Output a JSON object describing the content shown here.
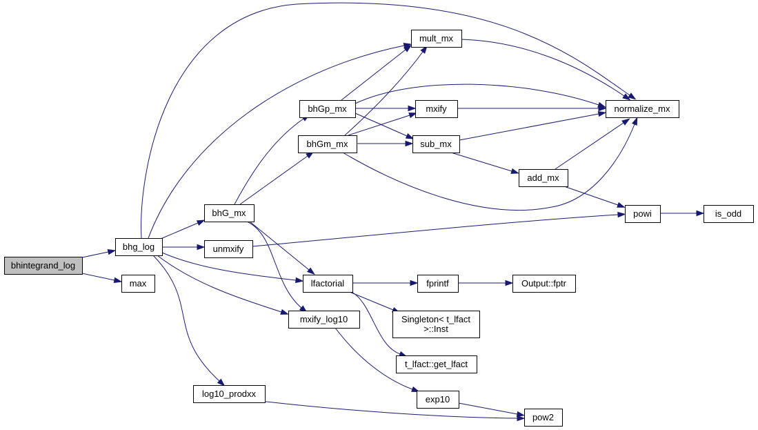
{
  "nodes": [
    {
      "id": "bhintegrand_log",
      "label": "bhintegrand_log"
    },
    {
      "id": "bhg_log",
      "label": "bhg_log"
    },
    {
      "id": "max",
      "label": "max"
    },
    {
      "id": "bhG_mx",
      "label": "bhG_mx"
    },
    {
      "id": "unmxify",
      "label": "unmxify"
    },
    {
      "id": "log10_prodxx",
      "label": "log10_prodxx"
    },
    {
      "id": "bhGp_mx",
      "label": "bhGp_mx"
    },
    {
      "id": "bhGm_mx",
      "label": "bhGm_mx"
    },
    {
      "id": "lfactorial",
      "label": "lfactorial"
    },
    {
      "id": "mxify_log10",
      "label": "mxify_log10"
    },
    {
      "id": "mult_mx",
      "label": "mult_mx"
    },
    {
      "id": "mxify",
      "label": "mxify"
    },
    {
      "id": "sub_mx",
      "label": "sub_mx"
    },
    {
      "id": "fprintf",
      "label": "fprintf"
    },
    {
      "id": "singleton_inst",
      "label": "Singleton< t_lfact\n>::Inst"
    },
    {
      "id": "get_lfact",
      "label": "t_lfact::get_lfact"
    },
    {
      "id": "exp10",
      "label": "exp10"
    },
    {
      "id": "add_mx",
      "label": "add_mx"
    },
    {
      "id": "normalize_mx",
      "label": "normalize_mx"
    },
    {
      "id": "powi",
      "label": "powi"
    },
    {
      "id": "output_fptr",
      "label": "Output::fptr"
    },
    {
      "id": "pow2",
      "label": "pow2"
    },
    {
      "id": "is_odd",
      "label": "is_odd"
    }
  ],
  "edges": [
    {
      "from": "bhintegrand_log",
      "to": "bhg_log"
    },
    {
      "from": "bhintegrand_log",
      "to": "max"
    },
    {
      "from": "bhg_log",
      "to": "bhG_mx"
    },
    {
      "from": "bhg_log",
      "to": "unmxify"
    },
    {
      "from": "bhg_log",
      "to": "lfactorial"
    },
    {
      "from": "bhg_log",
      "to": "mxify_log10"
    },
    {
      "from": "bhg_log",
      "to": "log10_prodxx"
    },
    {
      "from": "bhg_log",
      "to": "mult_mx"
    },
    {
      "from": "bhg_log",
      "to": "normalize_mx"
    },
    {
      "from": "bhG_mx",
      "to": "bhGp_mx"
    },
    {
      "from": "bhG_mx",
      "to": "bhGm_mx"
    },
    {
      "from": "bhG_mx",
      "to": "lfactorial"
    },
    {
      "from": "bhG_mx",
      "to": "mxify_log10"
    },
    {
      "from": "bhGp_mx",
      "to": "mult_mx"
    },
    {
      "from": "bhGp_mx",
      "to": "mxify"
    },
    {
      "from": "bhGp_mx",
      "to": "sub_mx"
    },
    {
      "from": "bhGp_mx",
      "to": "normalize_mx"
    },
    {
      "from": "bhGm_mx",
      "to": "mult_mx"
    },
    {
      "from": "bhGm_mx",
      "to": "mxify"
    },
    {
      "from": "bhGm_mx",
      "to": "sub_mx"
    },
    {
      "from": "bhGm_mx",
      "to": "normalize_mx"
    },
    {
      "from": "mult_mx",
      "to": "normalize_mx"
    },
    {
      "from": "mxify",
      "to": "normalize_mx"
    },
    {
      "from": "sub_mx",
      "to": "normalize_mx"
    },
    {
      "from": "sub_mx",
      "to": "add_mx"
    },
    {
      "from": "add_mx",
      "to": "normalize_mx"
    },
    {
      "from": "add_mx",
      "to": "powi"
    },
    {
      "from": "unmxify",
      "to": "powi"
    },
    {
      "from": "powi",
      "to": "is_odd"
    },
    {
      "from": "lfactorial",
      "to": "fprintf"
    },
    {
      "from": "lfactorial",
      "to": "singleton_inst"
    },
    {
      "from": "lfactorial",
      "to": "get_lfact"
    },
    {
      "from": "fprintf",
      "to": "output_fptr"
    },
    {
      "from": "mxify_log10",
      "to": "exp10"
    },
    {
      "from": "exp10",
      "to": "pow2"
    },
    {
      "from": "log10_prodxx",
      "to": "pow2"
    }
  ]
}
